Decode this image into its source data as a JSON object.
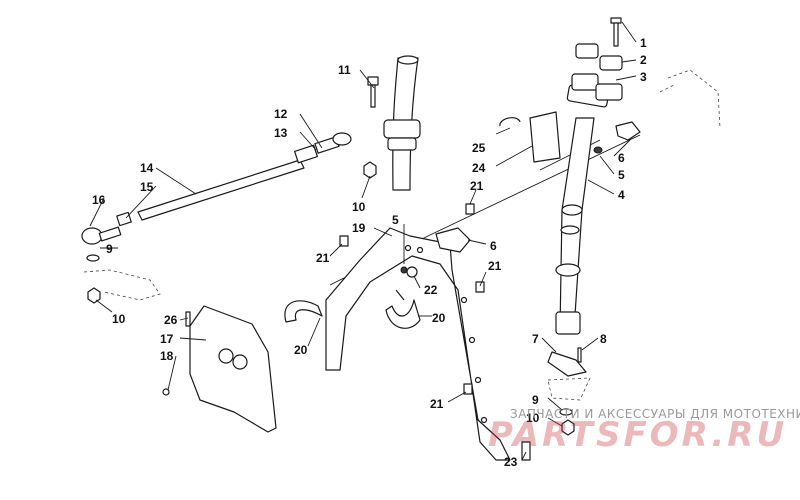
{
  "callouts": [
    {
      "id": "c1",
      "text": "1"
    },
    {
      "id": "c2",
      "text": "2"
    },
    {
      "id": "c3",
      "text": "3"
    },
    {
      "id": "c4",
      "text": "4"
    },
    {
      "id": "c5a",
      "text": "5"
    },
    {
      "id": "c5b",
      "text": "5"
    },
    {
      "id": "c6a",
      "text": "6"
    },
    {
      "id": "c6b",
      "text": "6"
    },
    {
      "id": "c7",
      "text": "7"
    },
    {
      "id": "c8",
      "text": "8"
    },
    {
      "id": "c9a",
      "text": "9"
    },
    {
      "id": "c9b",
      "text": "9"
    },
    {
      "id": "c10a",
      "text": "10"
    },
    {
      "id": "c10b",
      "text": "10"
    },
    {
      "id": "c10c",
      "text": "10"
    },
    {
      "id": "c11",
      "text": "11"
    },
    {
      "id": "c12",
      "text": "12"
    },
    {
      "id": "c13",
      "text": "13"
    },
    {
      "id": "c14",
      "text": "14"
    },
    {
      "id": "c15",
      "text": "15"
    },
    {
      "id": "c16",
      "text": "16"
    },
    {
      "id": "c17",
      "text": "17"
    },
    {
      "id": "c18",
      "text": "18"
    },
    {
      "id": "c19",
      "text": "19"
    },
    {
      "id": "c20a",
      "text": "20"
    },
    {
      "id": "c20b",
      "text": "20"
    },
    {
      "id": "c21a",
      "text": "21"
    },
    {
      "id": "c21b",
      "text": "21"
    },
    {
      "id": "c21c",
      "text": "21"
    },
    {
      "id": "c21d",
      "text": "21"
    },
    {
      "id": "c22",
      "text": "22"
    },
    {
      "id": "c23",
      "text": "23"
    },
    {
      "id": "c24",
      "text": "24"
    },
    {
      "id": "c25",
      "text": "25"
    },
    {
      "id": "c26",
      "text": "26"
    }
  ],
  "watermark": {
    "caption": "ЗАПЧАСТИ И АКСЕССУАРЫ ДЛЯ МОТОТЕХНИКИ",
    "logo": "PARTSFOR.RU"
  },
  "colors": {
    "line": "#1a1a1a",
    "watermark_red": "#c9363d",
    "watermark_gray": "#9a9a9a"
  }
}
